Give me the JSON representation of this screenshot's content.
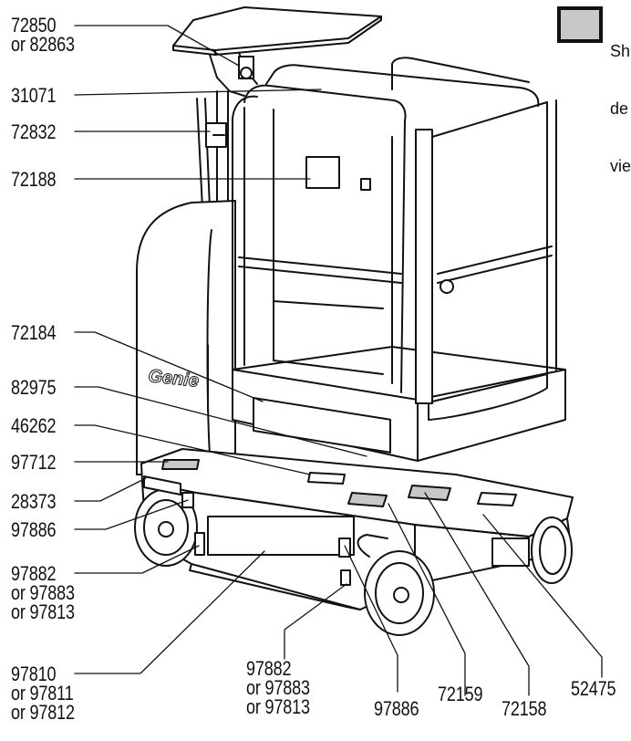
{
  "legend": {
    "swatch_color": "#c8c8c8",
    "text_lines": [
      "Sh",
      "de",
      "vie"
    ]
  },
  "machine": {
    "brand": "Genie"
  },
  "callouts": {
    "c72850": [
      "72850",
      "or 82863"
    ],
    "c31071": [
      "31071"
    ],
    "c72832": [
      "72832"
    ],
    "c72188": [
      "72188"
    ],
    "c72184": [
      "72184"
    ],
    "c82975": [
      "82975"
    ],
    "c46262": [
      "46262"
    ],
    "c97712": [
      "97712"
    ],
    "c28373": [
      "28373"
    ],
    "c97886a": [
      "97886"
    ],
    "c97882a": [
      "97882",
      "or 97883",
      "or 97813"
    ],
    "c97810": [
      "97810",
      "or 97811",
      "or 97812"
    ],
    "c97882b": [
      "97882",
      "or 97883",
      "or 97813"
    ],
    "c97886b": [
      "97886"
    ],
    "c72159": [
      "72159"
    ],
    "c72158": [
      "72158"
    ],
    "c52475": [
      "52475"
    ]
  }
}
